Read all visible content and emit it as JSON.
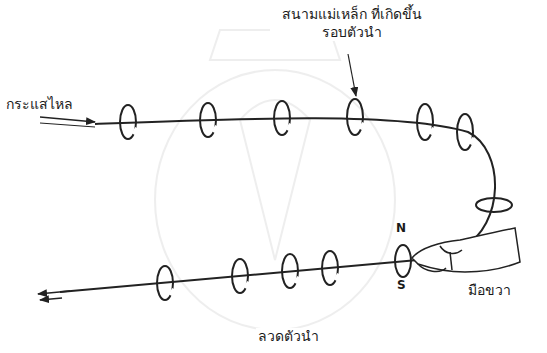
{
  "diagram": {
    "labels": [
      "สนามแม่เหล็ก ที่เกิดขึ้นรอบตัวนำ",
      "กระแสไหล",
      "N",
      "S",
      "มือขวา",
      "ลวดตัวนำ"
    ]
  }
}
